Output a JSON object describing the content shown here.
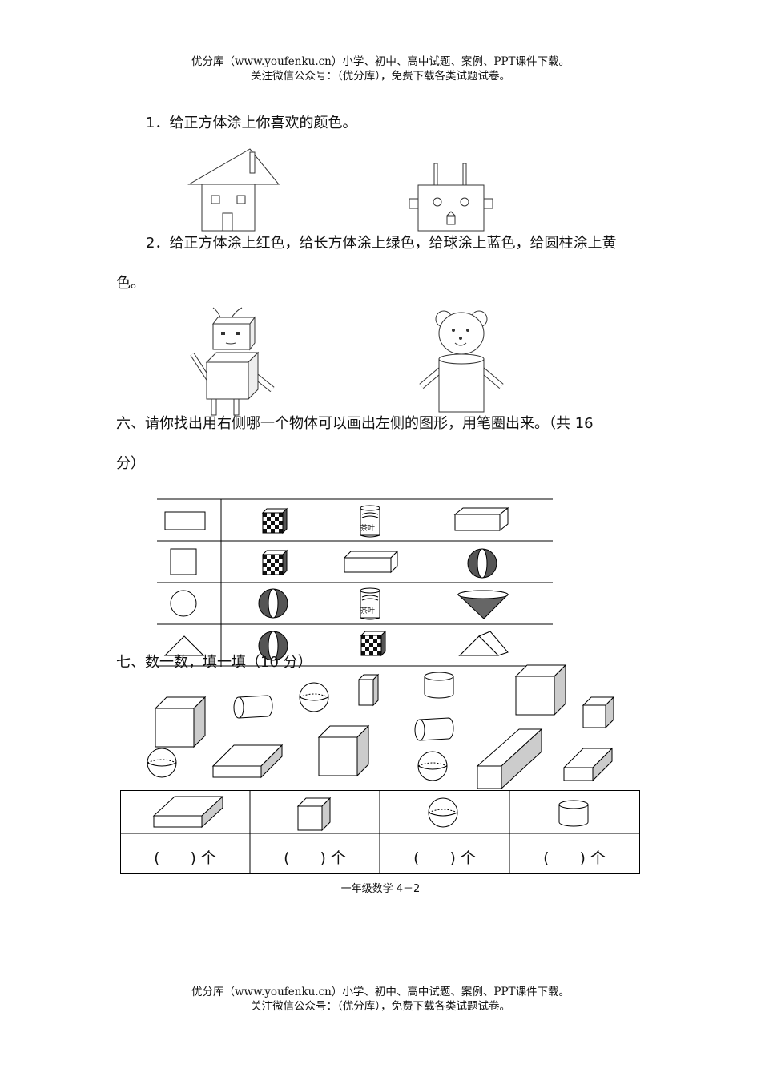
{
  "header": {
    "line1": "优分库（www.youfenku.cn）小学、初中、高中试题、案例、PPT课件下载。",
    "line2": "关注微信公众号：（优分库），免费下载各类试题试卷。"
  },
  "q1": {
    "text": "1．给正方体涂上你喜欢的颜色。"
  },
  "q2": {
    "line1": "2．给正方体涂上红色，给长方体涂上绿色，给球涂上蓝色，给圆柱涂上黄",
    "line2": "色。"
  },
  "section6": {
    "line1": "六、请你找出用右侧哪一个物体可以画出左侧的图形，用笔圈出来。（共 16",
    "line2": "分）",
    "tea_label": "茶叶"
  },
  "section7": {
    "title": "七、数一数，填一填（10 分）",
    "blank": "(　　) 个"
  },
  "footer": {
    "page": "一年级数学 4－2"
  },
  "bottom_header": {
    "line1": "优分库（www.youfenku.cn）小学、初中、高中试题、案例、PPT课件下载。",
    "line2": "关注微信公众号：（优分库），免费下载各类试题试卷。"
  }
}
